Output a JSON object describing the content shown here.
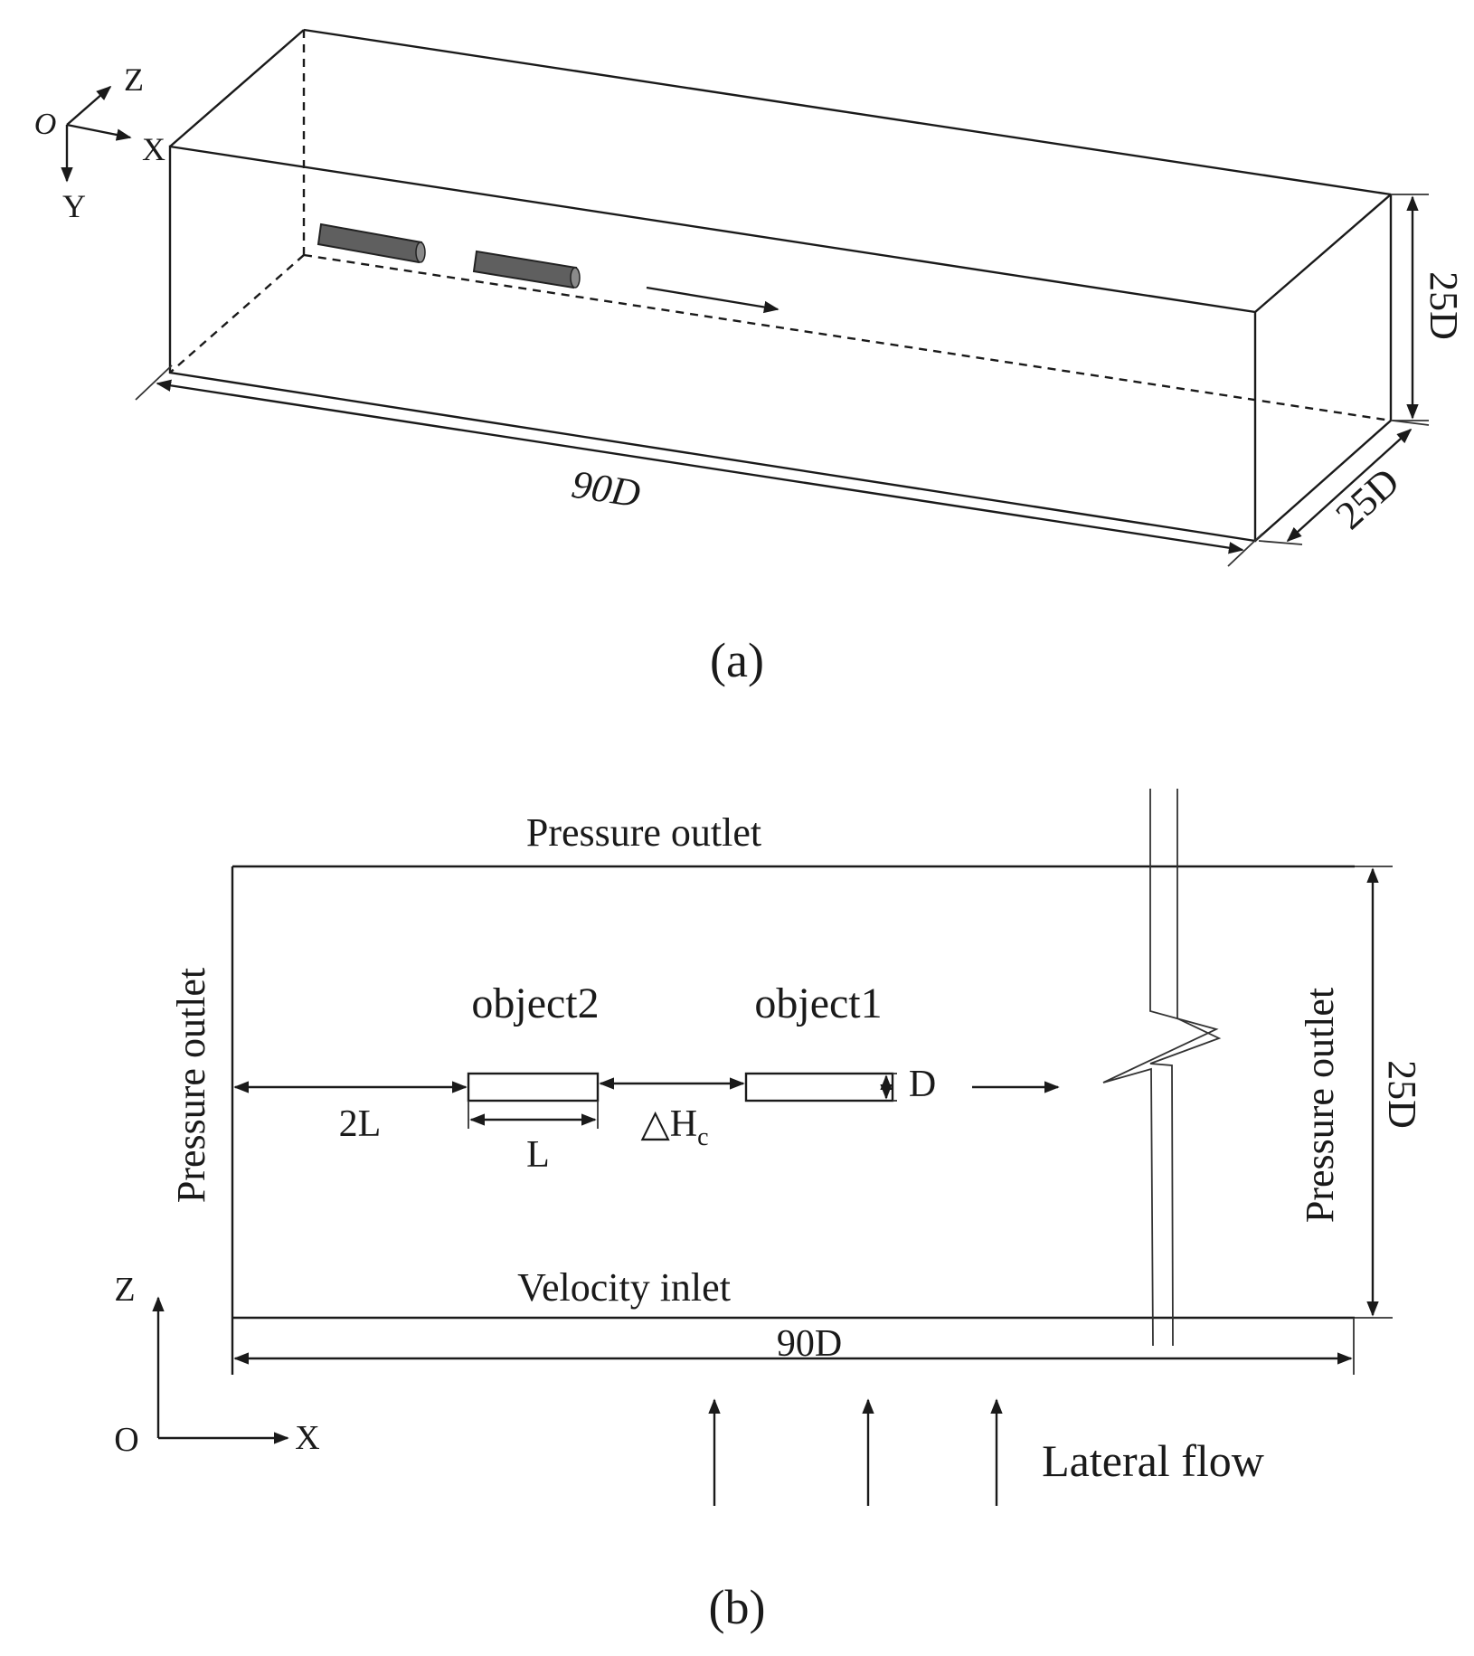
{
  "panel_a": {
    "caption": "(a)",
    "axis_origin": "O",
    "axis_x": "X",
    "axis_y": "Y",
    "axis_z": "Z",
    "length_label": "90D",
    "height_label": "25D",
    "depth_label": "25D"
  },
  "panel_b": {
    "caption": "(b)",
    "top_boundary": "Pressure outlet",
    "left_boundary": "Pressure outlet",
    "right_boundary": "Pressure outlet",
    "bottom_boundary": "Velocity inlet",
    "object2_label": "object2",
    "object1_label": "object1",
    "dim_2L": "2L",
    "dim_L": "L",
    "dim_gap_symbol": "△H",
    "dim_gap_subscript": "c",
    "dim_D": "D",
    "height_label": "25D",
    "length_label": "90D",
    "axis_origin": "O",
    "axis_x": "X",
    "axis_z": "Z",
    "lateral_flow_label": "Lateral flow"
  }
}
